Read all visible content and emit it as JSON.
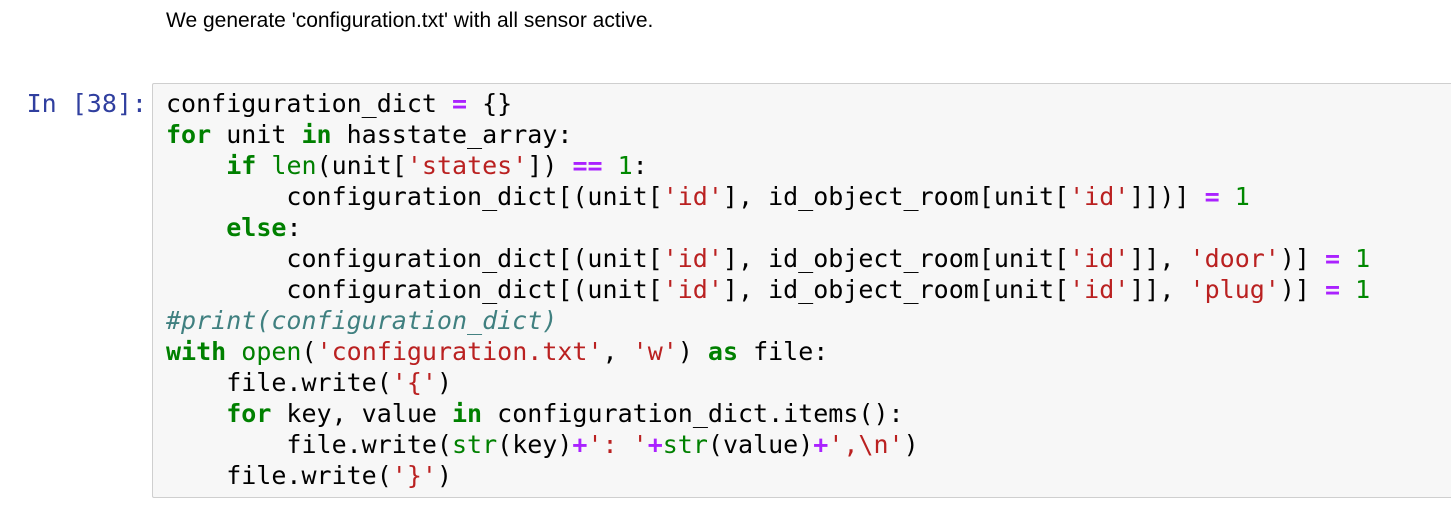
{
  "markdown": {
    "text": "We generate 'configuration.txt' with all sensor active."
  },
  "cell": {
    "prompt": "In [38]:",
    "language": "python",
    "code": {
      "lines": [
        [
          [
            "tx",
            "configuration_dict "
          ],
          [
            "op",
            "="
          ],
          [
            "tx",
            " {}"
          ]
        ],
        [
          [
            "kw",
            "for"
          ],
          [
            "tx",
            " unit "
          ],
          [
            "kw",
            "in"
          ],
          [
            "tx",
            " hasstate_array:"
          ]
        ],
        [
          [
            "tx",
            "    "
          ],
          [
            "kw",
            "if"
          ],
          [
            "tx",
            " "
          ],
          [
            "bi",
            "len"
          ],
          [
            "tx",
            "(unit["
          ],
          [
            "str",
            "'states'"
          ],
          [
            "tx",
            "]) "
          ],
          [
            "op",
            "=="
          ],
          [
            "tx",
            " "
          ],
          [
            "num",
            "1"
          ],
          [
            "tx",
            ":"
          ]
        ],
        [
          [
            "tx",
            "        configuration_dict[(unit["
          ],
          [
            "str",
            "'id'"
          ],
          [
            "tx",
            "], id_object_room[unit["
          ],
          [
            "str",
            "'id'"
          ],
          [
            "tx",
            "]])] "
          ],
          [
            "op",
            "="
          ],
          [
            "tx",
            " "
          ],
          [
            "num",
            "1"
          ]
        ],
        [
          [
            "tx",
            "    "
          ],
          [
            "kw",
            "else"
          ],
          [
            "tx",
            ":"
          ]
        ],
        [
          [
            "tx",
            "        configuration_dict[(unit["
          ],
          [
            "str",
            "'id'"
          ],
          [
            "tx",
            "], id_object_room[unit["
          ],
          [
            "str",
            "'id'"
          ],
          [
            "tx",
            "]], "
          ],
          [
            "str",
            "'door'"
          ],
          [
            "tx",
            ")] "
          ],
          [
            "op",
            "="
          ],
          [
            "tx",
            " "
          ],
          [
            "num",
            "1"
          ]
        ],
        [
          [
            "tx",
            "        configuration_dict[(unit["
          ],
          [
            "str",
            "'id'"
          ],
          [
            "tx",
            "], id_object_room[unit["
          ],
          [
            "str",
            "'id'"
          ],
          [
            "tx",
            "]], "
          ],
          [
            "str",
            "'plug'"
          ],
          [
            "tx",
            ")] "
          ],
          [
            "op",
            "="
          ],
          [
            "tx",
            " "
          ],
          [
            "num",
            "1"
          ]
        ],
        [
          [
            "cm",
            "#print(configuration_dict)"
          ]
        ],
        [
          [
            "kw",
            "with"
          ],
          [
            "tx",
            " "
          ],
          [
            "bi",
            "open"
          ],
          [
            "tx",
            "("
          ],
          [
            "str",
            "'configuration.txt'"
          ],
          [
            "tx",
            ", "
          ],
          [
            "str",
            "'w'"
          ],
          [
            "tx",
            ") "
          ],
          [
            "kw",
            "as"
          ],
          [
            "tx",
            " file:"
          ]
        ],
        [
          [
            "tx",
            "    file.write("
          ],
          [
            "str",
            "'{'"
          ],
          [
            "tx",
            ")"
          ]
        ],
        [
          [
            "tx",
            "    "
          ],
          [
            "kw",
            "for"
          ],
          [
            "tx",
            " key, value "
          ],
          [
            "kw",
            "in"
          ],
          [
            "tx",
            " configuration_dict.items():"
          ]
        ],
        [
          [
            "tx",
            "        file.write("
          ],
          [
            "bi",
            "str"
          ],
          [
            "tx",
            "(key)"
          ],
          [
            "op",
            "+"
          ],
          [
            "str",
            "': '"
          ],
          [
            "op",
            "+"
          ],
          [
            "bi",
            "str"
          ],
          [
            "tx",
            "(value)"
          ],
          [
            "op",
            "+"
          ],
          [
            "str",
            "',\\n'"
          ],
          [
            "tx",
            ")"
          ]
        ],
        [
          [
            "tx",
            "    file.write("
          ],
          [
            "str",
            "'}'"
          ],
          [
            "tx",
            ")"
          ]
        ]
      ]
    }
  },
  "colors": {
    "prompt": "#303F9F",
    "keyword": "#008000",
    "builtin": "#008000",
    "string": "#BA2121",
    "operator": "#AA22FF",
    "number": "#008800",
    "comment": "#408080",
    "text": "#000000",
    "cell_bg": "#F7F7F7",
    "cell_border": "#CFCFCF",
    "page_bg": "#FFFFFF"
  }
}
